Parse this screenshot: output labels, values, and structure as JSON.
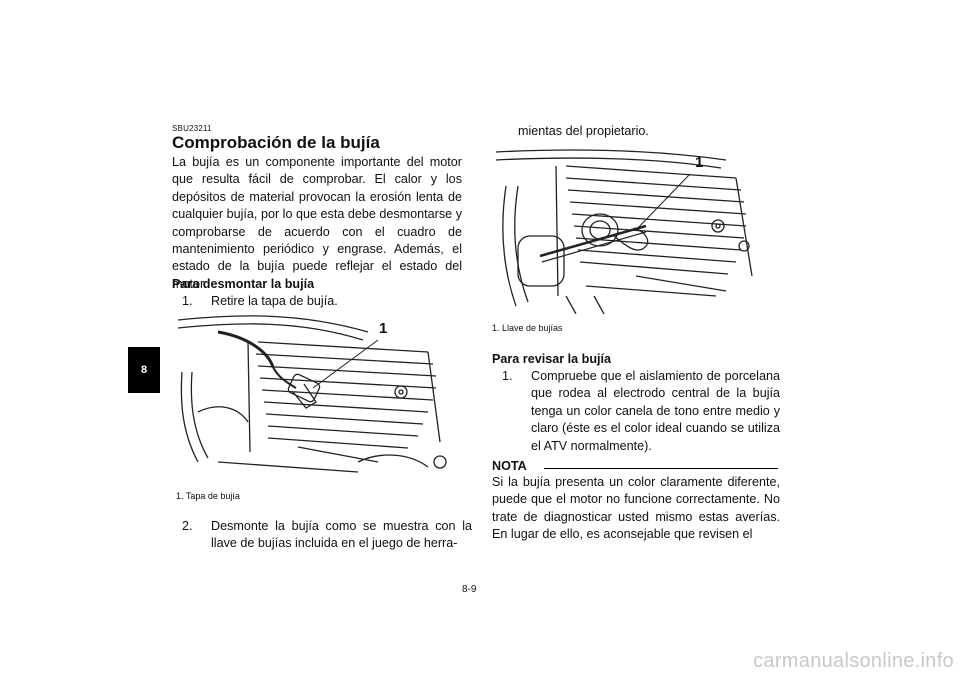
{
  "section_tab": "8",
  "left": {
    "code": "SBU23211",
    "heading": "Comprobación de la bujía",
    "intro": "La bujía es un componente importante del motor que resulta fácil de comprobar. El calor y los depósitos de material provocan la erosión lenta de cualquier bujía, por lo que esta debe desmontarse y comprobarse de acuerdo con el cuadro de mantenimiento periódico y engrase. Además, el estado de la bujía puede reflejar el estado del motor.",
    "sub1": "Para desmontar la bujía",
    "step1_num": "1.",
    "step1_text": "Retire la tapa de bujía.",
    "fig1_callout": "1",
    "fig1_caption": "1.  Tapa de bujía",
    "step2_num": "2.",
    "step2_text": "Desmonte la bujía como se muestra con la llave de bujías incluida en el juego de herra-"
  },
  "right": {
    "continued": "mientas del propietario.",
    "fig2_callout": "1",
    "fig2_caption": "1.  Llave de bujías",
    "sub2": "Para revisar la bujía",
    "step1_num": "1.",
    "step1_text": "Compruebe que el aislamiento de porcelana que rodea al electrodo central de la bujía tenga un color canela de tono entre medio y claro (éste es el color ideal cuando se utiliza el ATV normalmente).",
    "nota_title": "NOTA",
    "nota_text": "Si la bujía presenta un color claramente diferente, puede que el motor no funcione correctamente. No trate de diagnosticar usted mismo estas averías. En lugar de ello, es aconsejable que revisen el"
  },
  "page_number": "8-9",
  "footer": "carmanualsonline.info"
}
